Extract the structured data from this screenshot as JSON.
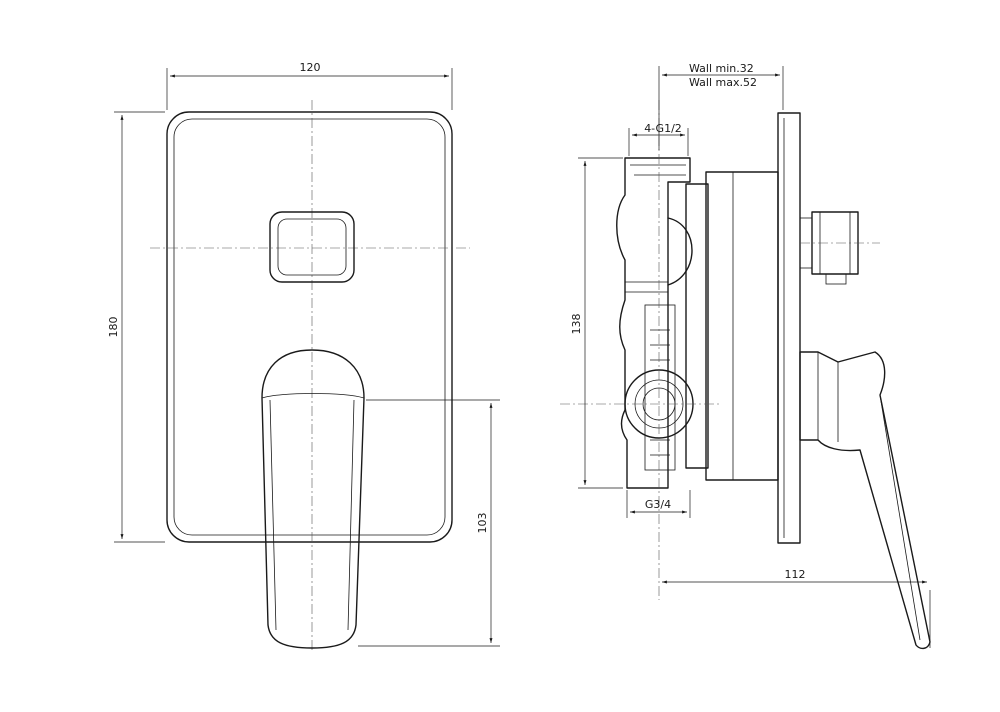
{
  "dimensions": {
    "front_width": "120",
    "front_height": "180",
    "handle_offset": "103",
    "wall_min": "Wall min.32",
    "wall_max": "Wall max.52",
    "outlet_thread": "4-G1/2",
    "body_height": "138",
    "inlet_thread": "G3/4",
    "depth": "112"
  },
  "colors": {
    "line": "#1a1a1a",
    "background": "#ffffff"
  }
}
